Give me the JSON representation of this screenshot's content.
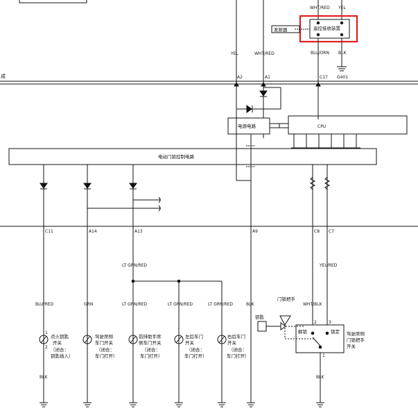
{
  "left_edge": {
    "label": "成"
  },
  "wire_colors": {
    "yel_top": "YEL",
    "whtred_top": "WHT/RED",
    "whtred_recv": "WHT/RED",
    "yel_recv": "YEL",
    "bluorn": "BLU/ORN",
    "blk_g401": "BLK",
    "ltgrnred_a13": "LT GRN/RED",
    "yelred": "YEL/RED",
    "bluorn_key": "BLU/RED",
    "grn": "GRN",
    "ltgrnred_pass": "LT GRN/RED",
    "ltgrnred_lr": "LT GRN/RED",
    "ltgrnred_rr": "LT GRN/RED",
    "blk_bottom": "BLK",
    "whtblk": "WHT/BLK",
    "blk_key": "BLK",
    "blk_lock": "BLK"
  },
  "connectors": {
    "a2": "A2",
    "a1": "A1",
    "c17": "C17",
    "c11": "C11",
    "a14": "A14",
    "a13": "A13",
    "a9": "A9",
    "c8": "C8",
    "c7": "C7"
  },
  "ground": {
    "g401": "G401"
  },
  "receiver": {
    "title": "遥控接收装置",
    "highlight_color": "#e0201e"
  },
  "antenna": {
    "label": "发射器"
  },
  "power_circuit": {
    "label": "电源电路"
  },
  "cpu": {
    "label": "CPU"
  },
  "door_lock_circuit": {
    "label": "电动门锁控制电路"
  },
  "switches": {
    "ignition": [
      "点火钥匙",
      "开关",
      "（闭合：",
      "钥匙插入）"
    ],
    "driver_door": [
      "驾驶席侧",
      "车门开关",
      "（闭合：",
      "车门打开）"
    ],
    "front_passenger_door": [
      "前排助手席",
      "侧车门开关",
      "（闭合：",
      "车门打开）"
    ],
    "left_rear_door": [
      "左后车门",
      "开关",
      "（闭合：",
      "车门打开）"
    ],
    "right_rear_door": [
      "右后车门",
      "开关",
      "（闭合：",
      "车门打开）"
    ]
  },
  "pin_numbers": {
    "one": "1",
    "two": "2",
    "three": "3"
  },
  "lock_assembly": {
    "handle_label": "门锁把手",
    "key_label": "钥匙",
    "unlock_label": "解锁",
    "lock_label": "锁定",
    "switch_name": [
      "驾驶席侧",
      "门锁把手",
      "开关"
    ]
  },
  "colors": {
    "ink": "#111111",
    "highlight": "#e0201e"
  }
}
